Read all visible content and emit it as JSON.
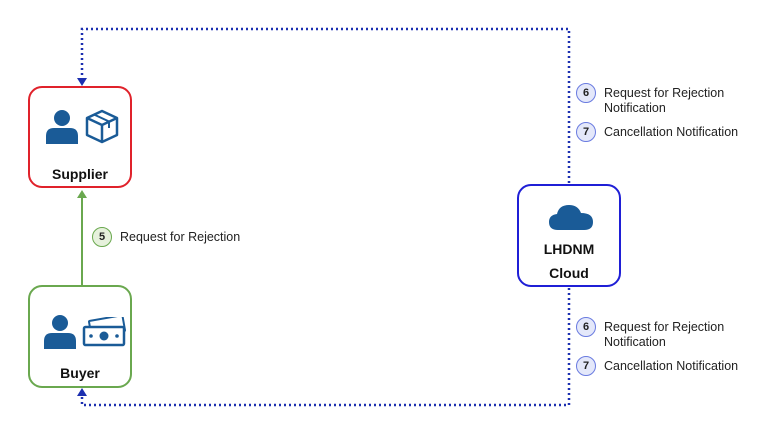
{
  "colors": {
    "supplier_border": "#e0222b",
    "buyer_border": "#6aa84f",
    "cloud_border": "#1f1fd6",
    "icon_blue": "#1a5b97",
    "flow_green": "#6aa84f",
    "flow_blue": "#1c2fb0",
    "green_badge_bg": "#e6f1dc",
    "blue_badge_bg": "#e4e8fa"
  },
  "nodes": {
    "supplier": {
      "label": "Supplier",
      "icons": [
        "person-icon",
        "package-box-icon"
      ]
    },
    "buyer": {
      "label": "Buyer",
      "icons": [
        "person-icon",
        "cash-banknote-icon"
      ]
    },
    "cloud": {
      "label_line1": "LHDNM",
      "label_line2": "Cloud",
      "icons": [
        "cloud-icon"
      ]
    }
  },
  "steps": {
    "buyer_to_supplier": {
      "number": "5",
      "text": "Request for Rejection"
    },
    "to_supplier_notification": {
      "number": "6",
      "text": "Request for Rejection\nNotification"
    },
    "to_supplier_cancellation": {
      "number": "7",
      "text": "Cancellation Notification"
    },
    "to_buyer_notification": {
      "number": "6",
      "text": "Request for Rejection\nNotification"
    },
    "to_buyer_cancellation": {
      "number": "7",
      "text": "Cancellation Notification"
    }
  }
}
